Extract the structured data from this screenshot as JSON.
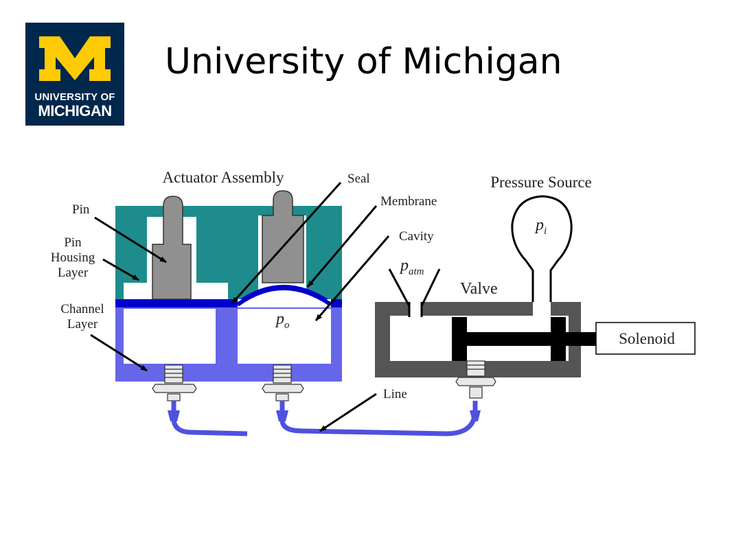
{
  "header": {
    "title": "University of Michigan",
    "logo": {
      "line1": "UNIVERSITY OF",
      "line2": "MICHIGAN",
      "colors": {
        "background": "#00274c",
        "block_m": "#ffcb05"
      }
    }
  },
  "diagram": {
    "labels": {
      "actuator_assembly": "Actuator Assembly",
      "seal": "Seal",
      "membrane": "Membrane",
      "cavity": "Cavity",
      "pin": "Pin",
      "pin_housing_1": "Pin",
      "pin_housing_2": "Housing",
      "pin_housing_3": "Layer",
      "channel_1": "Channel",
      "channel_2": "Layer",
      "pressure_source": "Pressure Source",
      "valve": "Valve",
      "solenoid": "Solenoid",
      "line": "Line"
    },
    "symbols": {
      "p_i_base": "p",
      "p_i_sub": "i",
      "p_atm_base": "p",
      "p_atm_sub": "atm",
      "p_o_base": "p",
      "p_o_sub": "o"
    },
    "colors": {
      "pin_housing": "#1e8c8c",
      "channel_layer": "#6666e8",
      "membrane_seal": "#0000cc",
      "pin": "#909090",
      "valve_body": "#555555",
      "tubing": "#5050e0"
    }
  }
}
